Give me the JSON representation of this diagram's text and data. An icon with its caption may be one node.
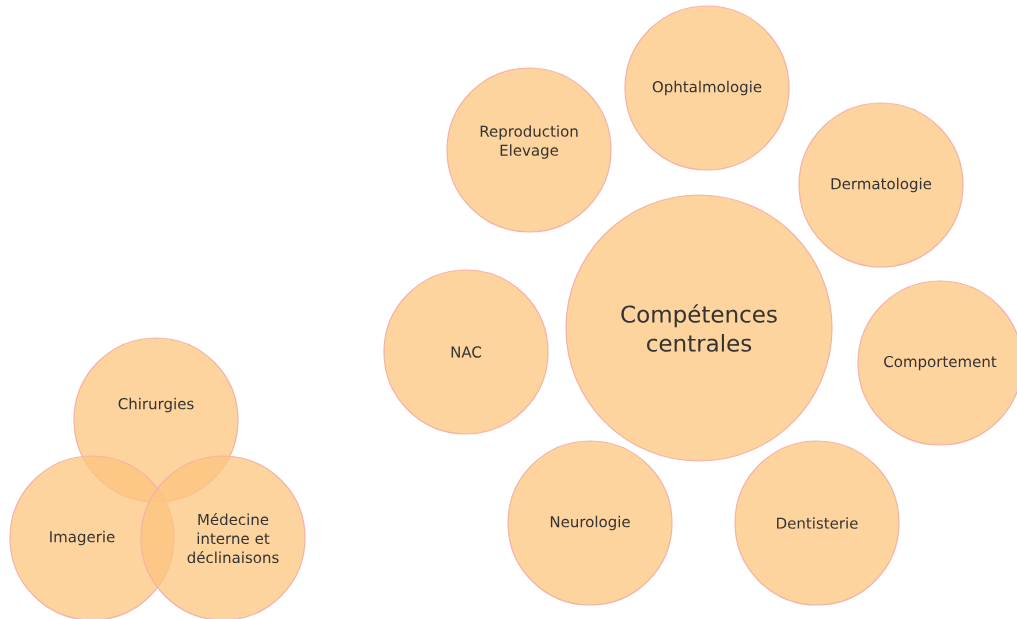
{
  "diagram": {
    "nodes": [
      {
        "text": [
          "Ophtalmologie"
        ]
      },
      {
        "text": [
          "Reproduction Elevage"
        ]
      },
      {
        "text": [
          "Dermatologie"
        ]
      },
      {
        "text": [
          "NAC"
        ]
      },
      {
        "text": [
          "Compétences centrales"
        ]
      },
      {
        "text": [
          "Comportement"
        ]
      },
      {
        "text": [
          "Neurologie"
        ]
      },
      {
        "text": [
          "Dentisterie"
        ]
      },
      {
        "text": [
          "Chirurgies"
        ]
      },
      {
        "text": [
          "Imagerie"
        ]
      },
      {
        "text": [
          "Médecine interne et déclinaisons"
        ]
      }
    ]
  }
}
